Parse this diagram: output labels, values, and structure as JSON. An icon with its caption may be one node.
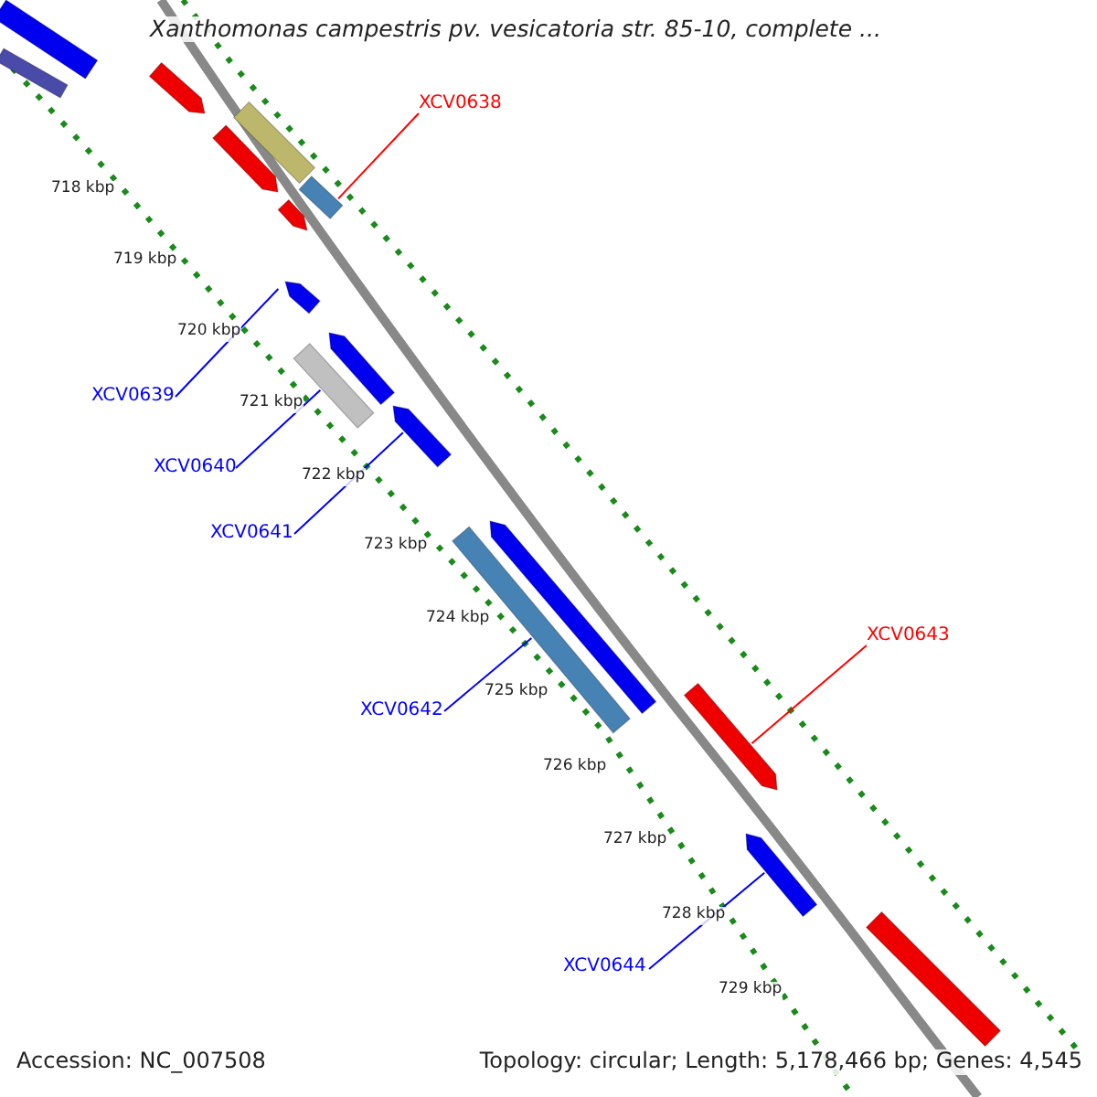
{
  "diagram": {
    "title": "Xanthomonas campestris pv. vesicatoria str. 85-10, complete ...",
    "nodes": [
      {
        "text": [
          "XCV0638"
        ]
      },
      {
        "text": [],
        "shape": "bar"
      },
      {
        "text": [
          "XCV0639"
        ]
      },
      {
        "text": [],
        "shape": "bar"
      },
      {
        "text": [
          "XCV0640"
        ]
      },
      {
        "text": [],
        "shape": "bar"
      },
      {
        "text": [
          "XCV0641"
        ]
      },
      {
        "text": [],
        "shape": "bar"
      },
      {
        "text": [
          "XCV0642"
        ]
      },
      {
        "text": [],
        "shape": "bar"
      },
      {
        "text": [
          "XCV0643"
        ]
      },
      {
        "text": [],
        "shape": "bar"
      },
      {
        "text": [
          "XCV0644"
        ]
      },
      {
        "text": [],
        "shape": "bar"
      },
      {
        "text": [],
        "shape": "bar"
      },
      {
        "text": [],
        "shape": "bar"
      },
      {
        "text": [],
        "shape": "bar"
      },
      {
        "text": [],
        "shape": "bar"
      },
      {
        "text": [],
        "shape": "bar"
      },
      {
        "text": [],
        "shape": "bar"
      },
      {
        "text": [],
        "shape": "bar"
      },
      {
        "text": [],
        "shape": "bar"
      },
      {
        "text": [],
        "shape": "bar"
      }
    ],
    "edges": [
      {
        "from": 0,
        "to": 1,
        "arrow": "none",
        "color": "#ff0000"
      },
      {
        "from": 2,
        "to": 3,
        "arrow": "none"
      },
      {
        "from": 4,
        "to": 5,
        "arrow": "none"
      },
      {
        "from": 6,
        "to": 7,
        "arrow": "none"
      },
      {
        "from": 8,
        "to": 9,
        "arrow": "none"
      },
      {
        "from": 10,
        "to": 11,
        "arrow": "none",
        "color": "#ff0000"
      },
      {
        "from": 12,
        "to": 13,
        "arrow": "none"
      }
    ],
    "labels": [
      "718 kbp",
      "719 kbp",
      "720 kbp",
      "721 kbp",
      "722 kbp",
      "723 kbp",
      "724 kbp",
      "725 kbp",
      "726 kbp",
      "727 kbp",
      "728 kbp",
      "729 kbp",
      "Accession: NC_007508",
      "Topology: circular; Length: 5,178,466 bp; Genes: 4,545"
    ]
  }
}
